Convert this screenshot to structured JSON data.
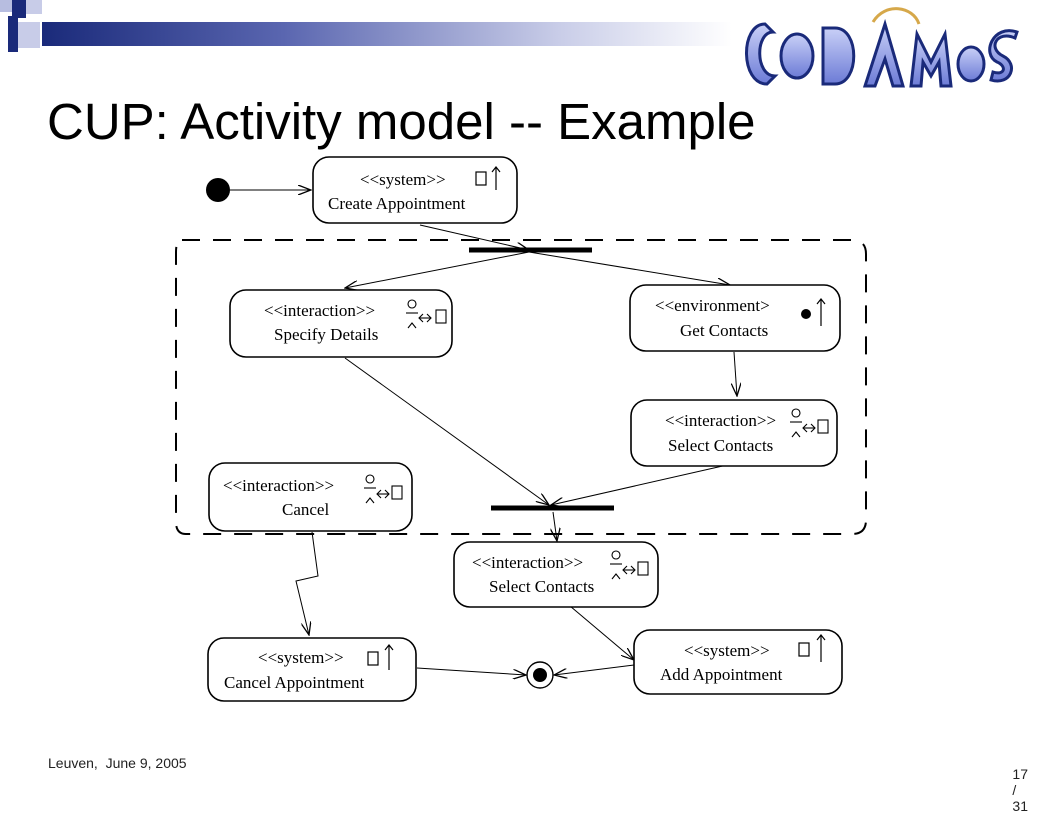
{
  "slide": {
    "title": "CUP: Activity model -- Example",
    "footer_left": "Leuven,  June 9, 2005",
    "page_current": "17",
    "page_separator": "/",
    "page_total": "31",
    "logo_text": "CODAMOS",
    "colors": {
      "brand_blue": "#3a4aa8",
      "logo_fill": "#9aa6e8",
      "bar_navy": "#1a2a7a"
    }
  },
  "diagram": {
    "nodes": {
      "create_appointment": {
        "stereotype": "<<system>>",
        "label": "Create Appointment",
        "icon": "system-icon"
      },
      "specify_details": {
        "stereotype": "<<interaction>>",
        "label": "Specify Details",
        "icon": "interaction-icon"
      },
      "get_contacts": {
        "stereotype": "<<environment>",
        "label": "Get Contacts",
        "icon": "environment-icon"
      },
      "select_contacts_inner": {
        "stereotype": "<<interaction>>",
        "label": "Select Contacts",
        "icon": "interaction-icon"
      },
      "cancel": {
        "stereotype": "<<interaction>>",
        "label": "Cancel",
        "icon": "interaction-icon"
      },
      "select_contacts_outer": {
        "stereotype": "<<interaction>>",
        "label": "Select Contacts",
        "icon": "interaction-icon"
      },
      "cancel_appointment": {
        "stereotype": "<<system>>",
        "label": "Cancel Appointment",
        "icon": "system-icon"
      },
      "add_appointment": {
        "stereotype": "<<system>>",
        "label": "Add Appointment",
        "icon": "system-icon"
      }
    }
  }
}
